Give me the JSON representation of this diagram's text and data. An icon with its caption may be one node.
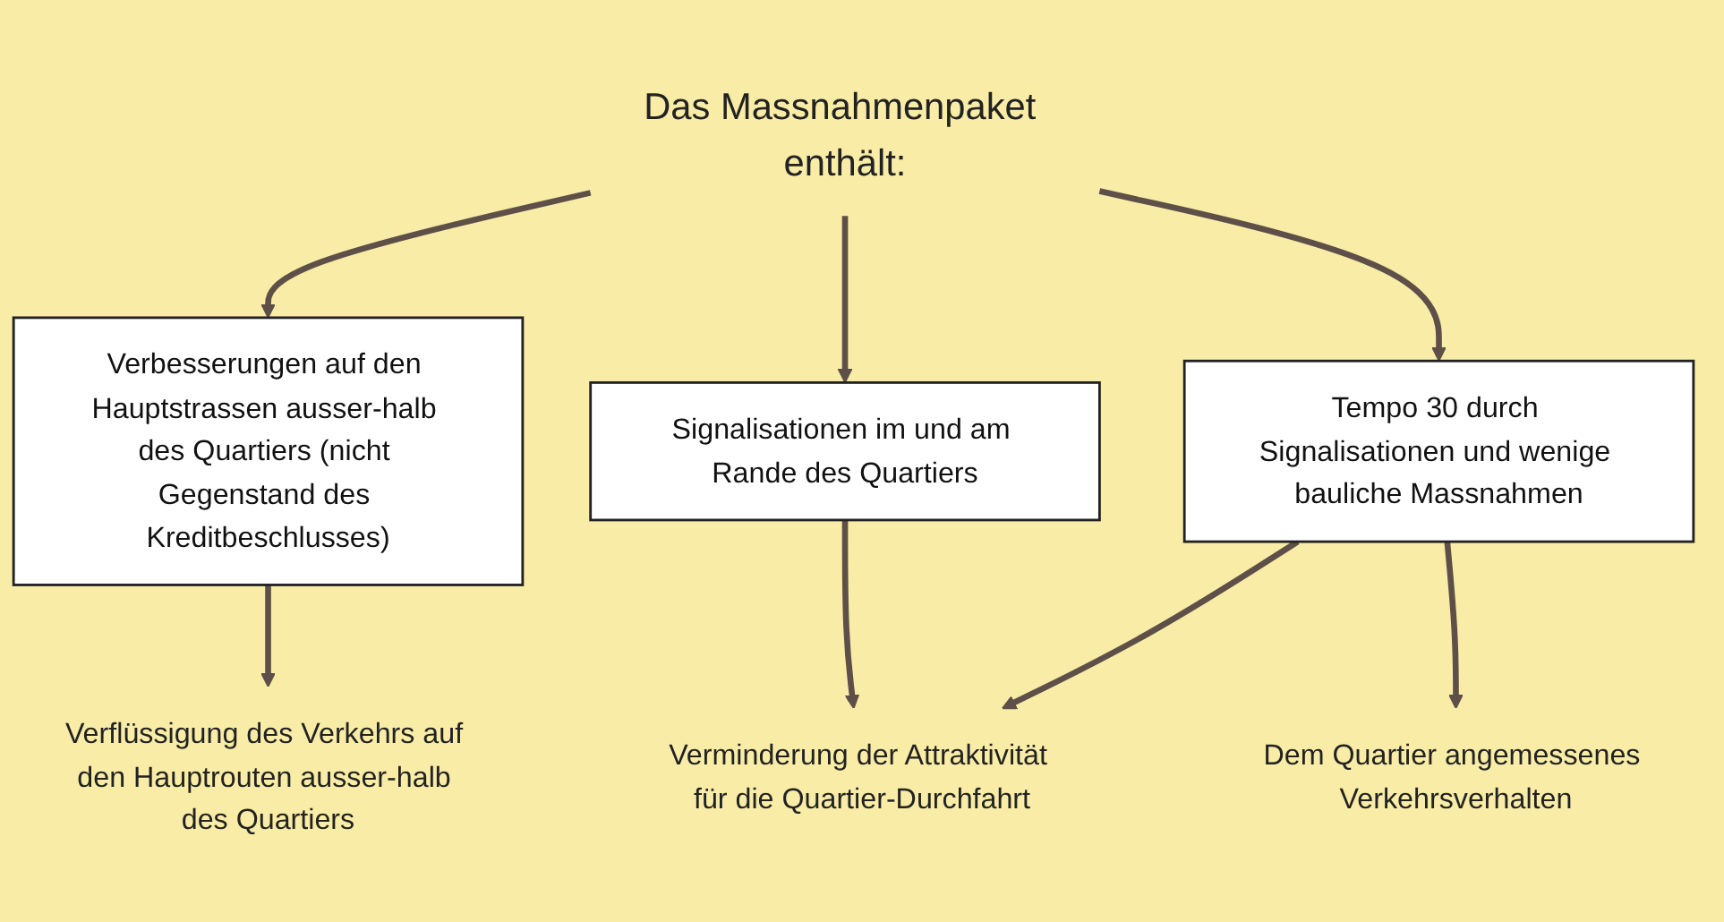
{
  "diagram": {
    "nodes": [
      {
        "text": [
          "Das Massnahmenpaket enthält:"
        ]
      },
      {
        "text": [
          "Verbesserungen auf den Hauptstrassen ausser-halb des Quartiers (nicht Gegenstand des Kreditbeschlusses)"
        ]
      },
      {
        "text": [
          "Signalisationen im und am Rande des Quartiers"
        ]
      },
      {
        "text": [
          "Tempo 30 durch Signalisationen und wenige bauliche Massnahmen"
        ]
      },
      {
        "text": [
          "Verflüssigung des Verkehrs auf den Hauptrouten ausser-halb des Quartiers"
        ]
      },
      {
        "text": [
          "Verminderung der Attraktivität für die Quartier-Durchfahrt"
        ]
      },
      {
        "text": [
          "Dem Quartier angemessenes Verkehrsverhalten"
        ]
      }
    ],
    "edges": [
      {
        "from": 0,
        "to": 1,
        "arrow": "to"
      },
      {
        "from": 0,
        "to": 2,
        "arrow": "to"
      },
      {
        "from": 0,
        "to": 3,
        "arrow": "to"
      },
      {
        "from": 1,
        "to": 4,
        "arrow": "to"
      },
      {
        "from": 2,
        "to": 5,
        "arrow": "to"
      },
      {
        "from": 3,
        "to": 5,
        "arrow": "to"
      },
      {
        "from": 3,
        "to": 6,
        "arrow": "to"
      }
    ]
  }
}
